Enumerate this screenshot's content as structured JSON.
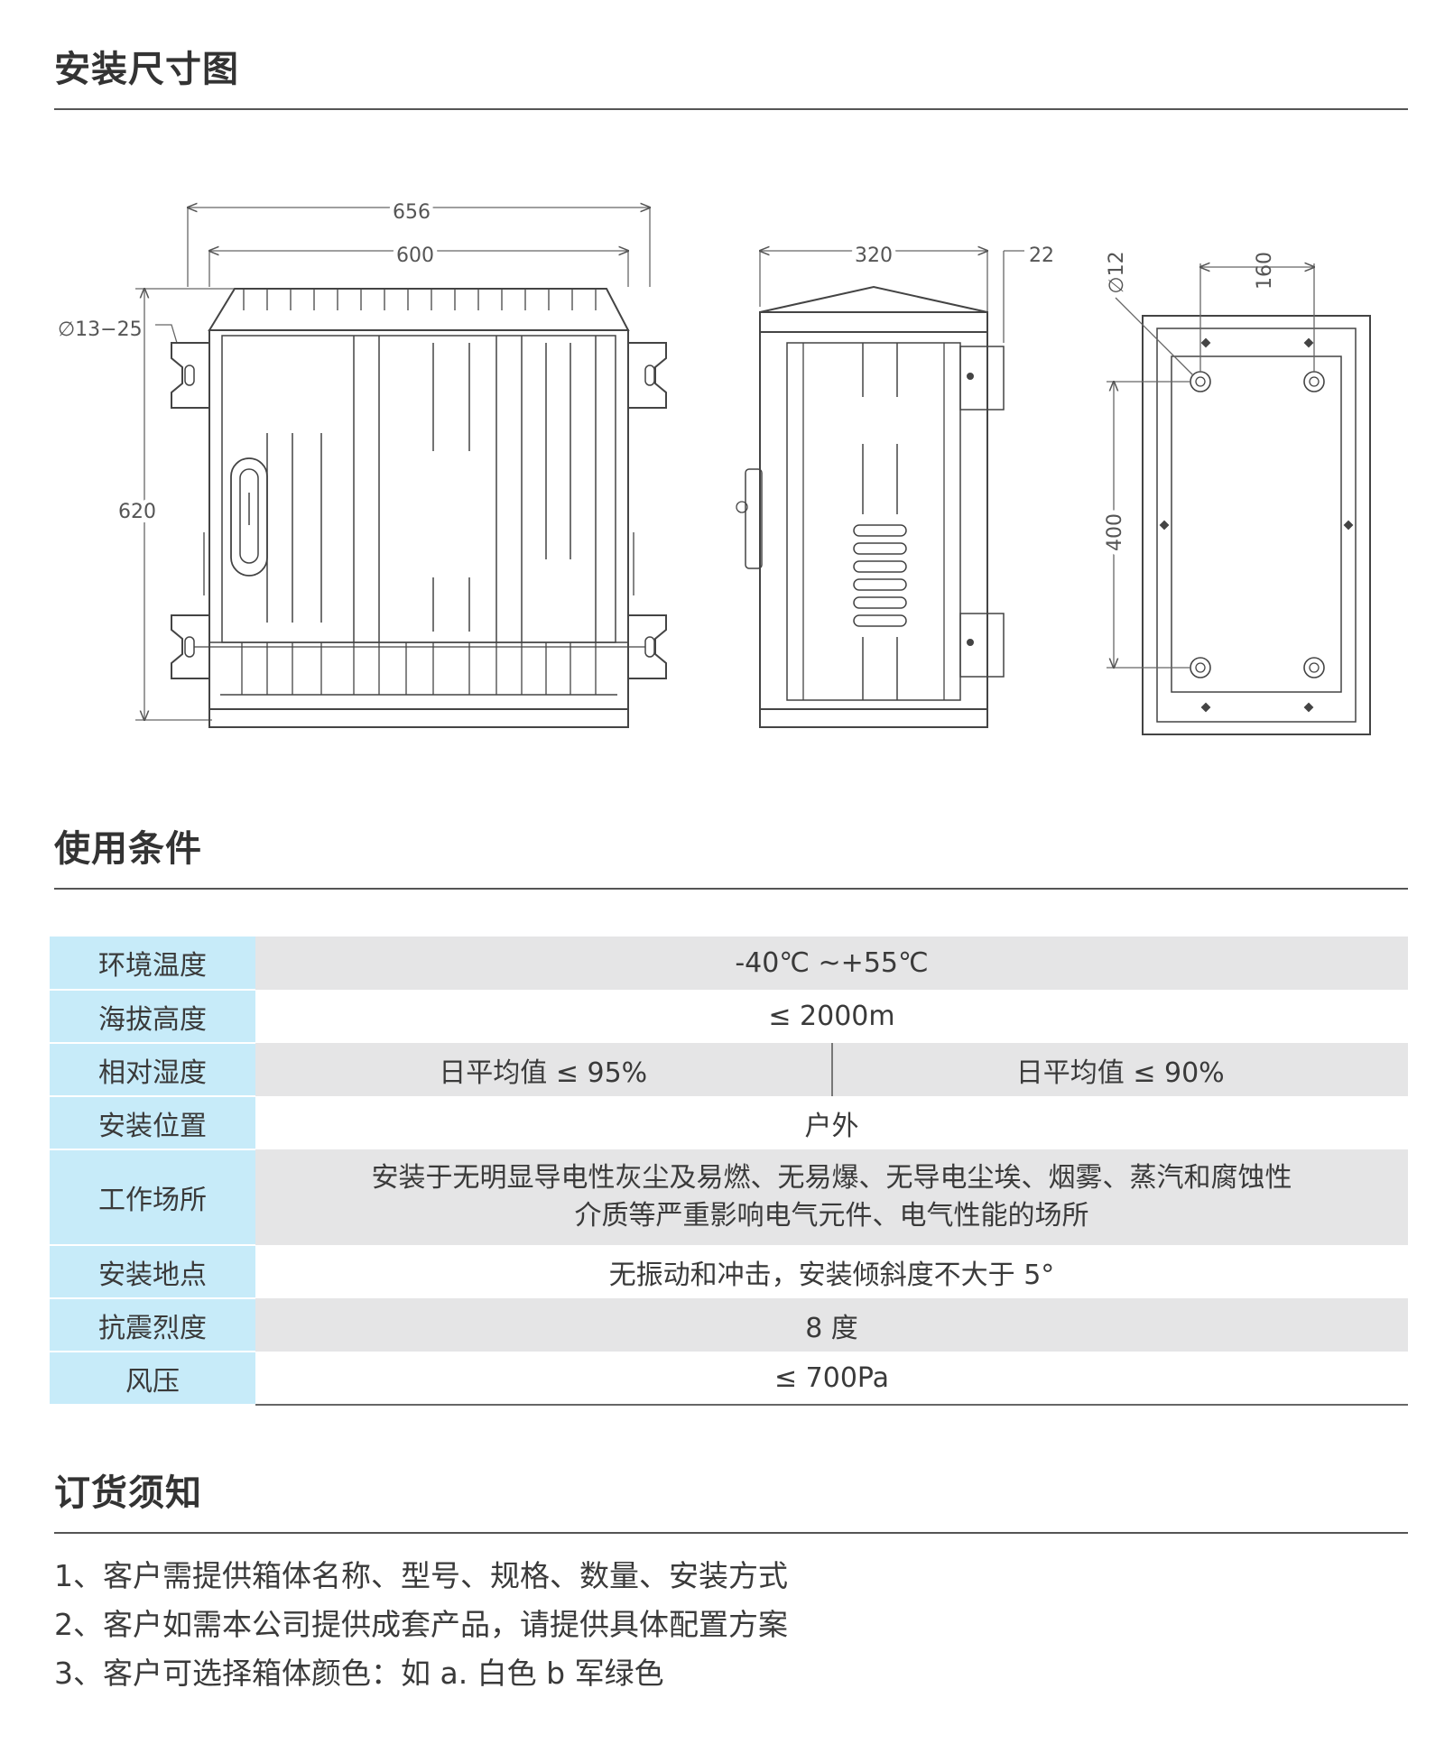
{
  "sections": {
    "install": "安装尺寸图",
    "conditions": "使用条件",
    "ordering": "订货须知"
  },
  "dimensions": {
    "front": {
      "overall_width": "656",
      "body_width": "600",
      "height": "620",
      "hole": "∅13−25"
    },
    "side": {
      "depth": "320",
      "bracket": "22"
    },
    "back": {
      "hole": "∅12",
      "spacing_h": "160",
      "spacing_v": "400"
    }
  },
  "conditions": [
    {
      "label": "环境温度",
      "value": "-40℃ ~+55℃"
    },
    {
      "label": "海拔高度",
      "value": "≤ 2000m"
    },
    {
      "label": "相对湿度",
      "value_left": "日平均值  ≤ 95%",
      "value_right": "日平均值  ≤ 90%"
    },
    {
      "label": "安装位置",
      "value": "户外"
    },
    {
      "label": "工作场所",
      "value_line1": "安装于无明显导电性灰尘及易燃、无易爆、无导电尘埃、烟雾、蒸汽和腐蚀性",
      "value_line2": "介质等严重影响电气元件、电气性能的场所"
    },
    {
      "label": "安装地点",
      "value": "无振动和冲击，安装倾斜度不大于 5°"
    },
    {
      "label": "抗震烈度",
      "value": "8 度"
    },
    {
      "label": "风压",
      "value": "≤ 700Pa"
    }
  ],
  "notes": [
    "1、客户需提供箱体名称、型号、规格、数量、安装方式",
    "2、客户如需本公司提供成套产品，请提供具体配置方案",
    "3、客户可选择箱体颜色：如 a. 白色 b 军绿色"
  ]
}
